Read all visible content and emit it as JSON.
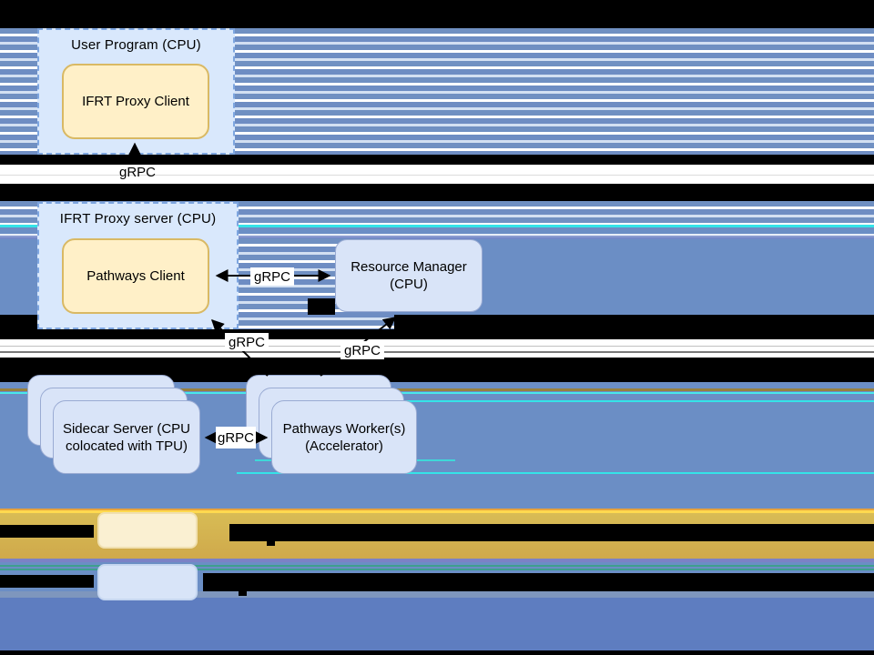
{
  "nodes": {
    "user_program": {
      "title": "User Program (CPU)"
    },
    "ifrt_proxy_client": {
      "label": "IFRT Proxy Client"
    },
    "ifrt_proxy_server": {
      "title": "IFRT Proxy server (CPU)"
    },
    "pathways_client": {
      "label": "Pathways Client"
    },
    "resource_manager": {
      "lines": [
        "Resource Manager",
        "(CPU)"
      ]
    },
    "sidecar_server": {
      "lines": [
        "Sidecar Server (CPU",
        "colocated with TPU)"
      ]
    },
    "pathways_workers": {
      "lines": [
        "Pathways Worker(s)",
        "(Accelerator)"
      ]
    }
  },
  "edges": {
    "proxy_to_client": {
      "label": "gRPC"
    },
    "client_rm": {
      "label": "gRPC"
    },
    "worker_to_client": {
      "label": "gRPC"
    },
    "worker_to_rm": {
      "label": "gRPC"
    },
    "sidecar_worker": {
      "label": "gRPC"
    }
  },
  "legend": {
    "items": [
      {
        "swatch": "yellow",
        "label_state": "redacted"
      },
      {
        "swatch": "blue",
        "label_state": "redacted"
      }
    ]
  },
  "colors": {
    "stripe_blue": "#7090c2",
    "stripe_light": "#d3e0f2",
    "solid_blue": "#6b8ec5",
    "bottom_blue": "#5e7dc0",
    "gold_band": "#d0ab4e",
    "purple_band": "#7b82c6",
    "cyan_glitch": "#35e3e8",
    "teal_glitch": "#3f9f8e",
    "container_fill": "#d9e8fc",
    "container_border": "#7ea6e0",
    "yellow_node_fill": "#fff0c8",
    "yellow_node_border": "#d9b964",
    "blue_node_fill": "#d9e4f8",
    "legend_yellow_fill": "#faf0d2",
    "legend_blue_fill": "#d8e4f8"
  }
}
